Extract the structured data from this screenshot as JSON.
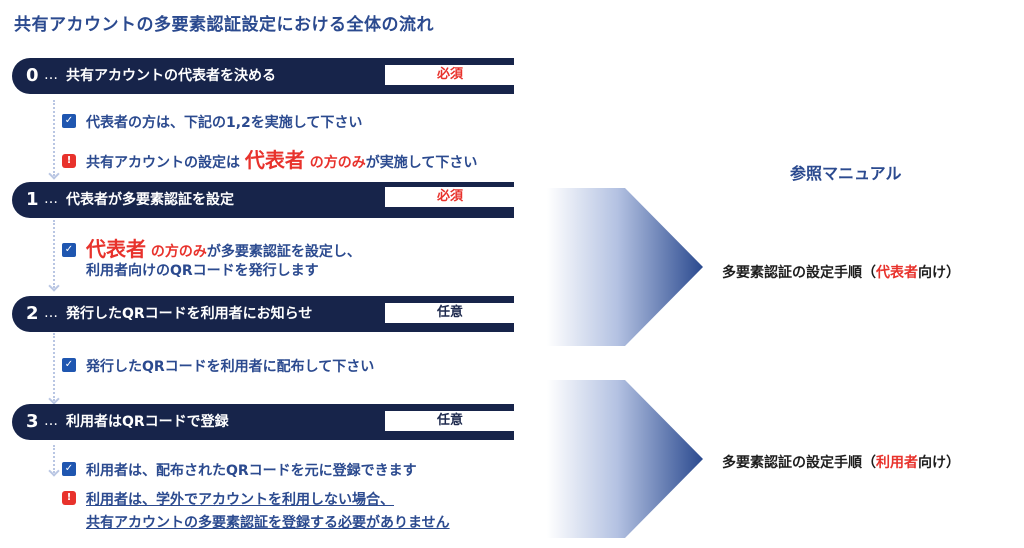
{
  "title": "共有アカウントの多要素認証設定における全体の流れ",
  "colors": {
    "navy": "#17244a",
    "accent_blue": "#2b4a8f",
    "red": "#e8322c",
    "check_blue": "#1f56b0"
  },
  "steps": [
    {
      "num": "0",
      "dots": "…",
      "label": "共有アカウントの代表者を決める",
      "badge": "必須"
    },
    {
      "num": "1",
      "dots": "…",
      "label": "代表者が多要素認証を設定",
      "badge": "必須"
    },
    {
      "num": "2",
      "dots": "…",
      "label": "発行したQRコードを利用者にお知らせ",
      "badge": "任意"
    },
    {
      "num": "3",
      "dots": "…",
      "label": "利用者はQRコードで登録",
      "badge": "任意"
    }
  ],
  "notes": {
    "s0_check": "代表者の方は、下記の1,2を実施して下さい",
    "s0_warn_pre": "共有アカウントの設定は",
    "s0_warn_red": "代表者",
    "s0_warn_red_small": "の方のみ",
    "s0_warn_post": "が実施して下さい",
    "s1_red": "代表者",
    "s1_red_small": "の方のみ",
    "s1_line1_post": "が多要素認証を設定し、",
    "s1_line2": "利用者向けのQRコードを発行します",
    "s2_check": "発行したQRコードを利用者に配布して下さい",
    "s3_check": "利用者は、配布されたQRコードを元に登録できます",
    "s3_warn_line1": "利用者は、学外でアカウントを利用しない場合、",
    "s3_warn_line2": "共有アカウントの多要素認証を登録する必要がありません"
  },
  "icons": {
    "check": "checkbox-icon",
    "warn": "alert-icon",
    "check_glyph": "✓",
    "warn_glyph": "!"
  },
  "reference": {
    "heading": "参照マニュアル",
    "items": [
      {
        "pre": "多要素認証の設定手順（",
        "highlight": "代表者",
        "post": "向け）"
      },
      {
        "pre": "多要素認証の設定手順（",
        "highlight": "利用者",
        "post": "向け）"
      }
    ]
  }
}
